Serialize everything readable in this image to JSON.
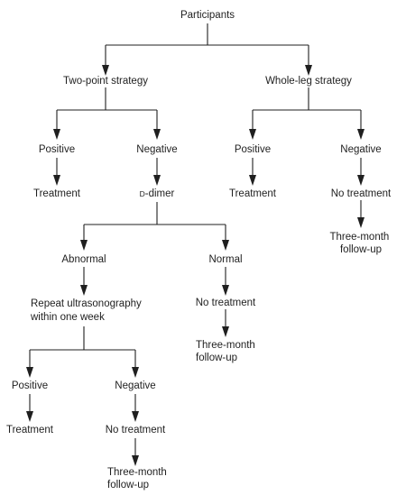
{
  "nodes": {
    "participants": "Participants",
    "two_point": "Two-point strategy",
    "whole_leg": "Whole-leg strategy",
    "tp_positive": "Positive",
    "tp_negative": "Negative",
    "tp_treatment": "Treatment",
    "ddimer_prefix": "D",
    "ddimer_suffix": "-dimer",
    "abnormal": "Abnormal",
    "normal": "Normal",
    "repeat_line1": "Repeat ultrasonography",
    "repeat_line2": "within one week",
    "normal_no_treatment": "No treatment",
    "normal_followup_line1": "Three-month",
    "normal_followup_line2": "follow-up",
    "rep_positive": "Positive",
    "rep_negative": "Negative",
    "rep_treatment": "Treatment",
    "rep_no_treatment": "No treatment",
    "rep_followup_line1": "Three-month",
    "rep_followup_line2": "follow-up",
    "wl_positive": "Positive",
    "wl_negative": "Negative",
    "wl_treatment": "Treatment",
    "wl_no_treatment": "No treatment",
    "wl_followup_line1": "Three-month",
    "wl_followup_line2": "follow-up"
  }
}
